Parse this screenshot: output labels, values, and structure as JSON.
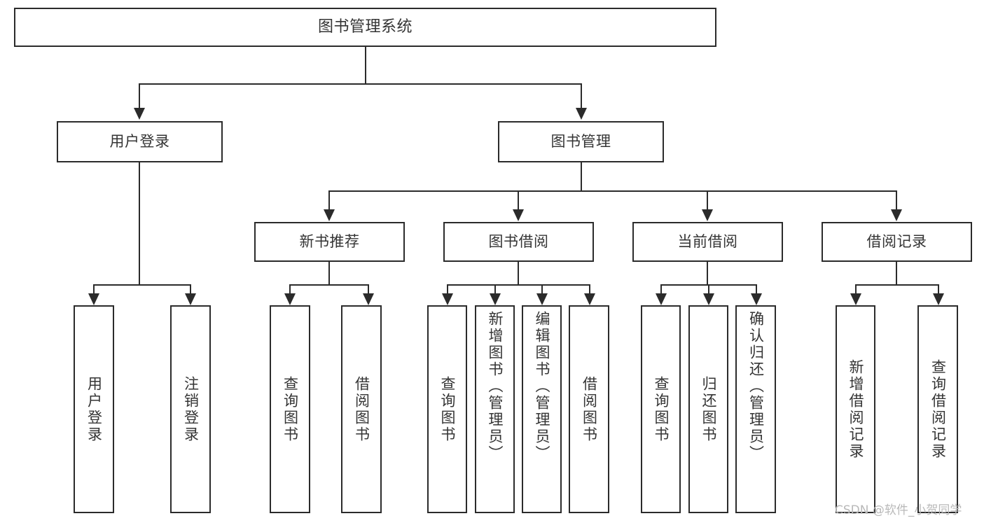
{
  "diagram": {
    "type": "tree",
    "title": "图书管理系统",
    "root": {
      "label": "图书管理系统"
    },
    "level2": [
      {
        "label": "用户登录"
      },
      {
        "label": "图书管理"
      }
    ],
    "level3": [
      {
        "label": "新书推荐"
      },
      {
        "label": "图书借阅"
      },
      {
        "label": "当前借阅"
      },
      {
        "label": "借阅记录"
      }
    ],
    "leaves": {
      "user_login": [
        {
          "label": "用户登录"
        },
        {
          "label": "注销登录"
        }
      ],
      "new_book": [
        {
          "label": "查询图书"
        },
        {
          "label": "借阅图书"
        }
      ],
      "book_borrow": [
        {
          "label": "查询图书"
        },
        {
          "label": "新增图书（管理员）"
        },
        {
          "label": "编辑图书（管理员）"
        },
        {
          "label": "借阅图书"
        }
      ],
      "current_borrow": [
        {
          "label": "查询图书"
        },
        {
          "label": "归还图书"
        },
        {
          "label": "确认归还（管理员）"
        }
      ],
      "borrow_record": [
        {
          "label": "新增借阅记录"
        },
        {
          "label": "查询借阅记录"
        }
      ]
    }
  },
  "watermark": {
    "text": "CSDN @软件_小贺同学"
  },
  "colors": {
    "border": "#2b2b2b",
    "text": "#343434",
    "background": "#ffffff",
    "watermark": "#b9b9b9"
  }
}
